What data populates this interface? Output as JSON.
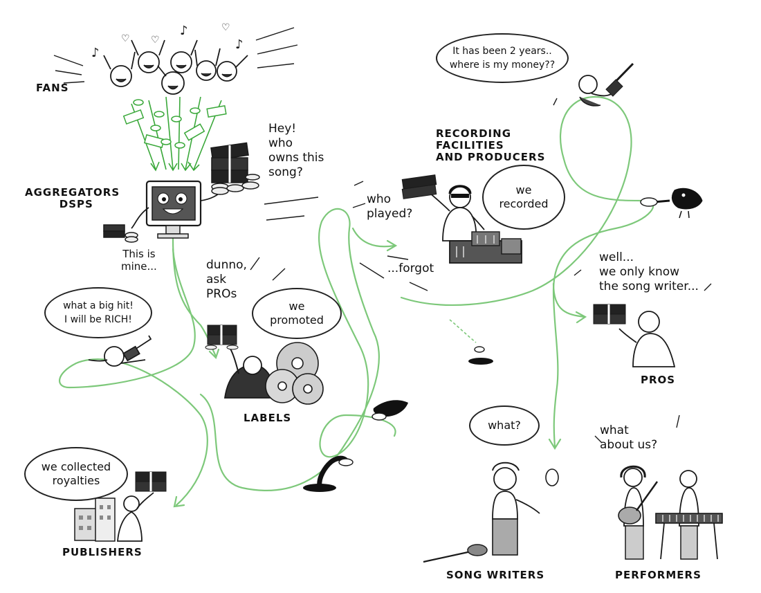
{
  "labels": {
    "fans": "FANS",
    "aggregators": "AGGREGATORS\n        DSPS",
    "recording": "RECORDING\nFACILITIES\nAND PRODUCERS",
    "labels": "LABELS",
    "publishers": "PUBLISHERS",
    "pros": "PROs",
    "song_writers": "SONG WRITERS",
    "performers": "PERFORMERS"
  },
  "speech": {
    "hey_who_owns": "Hey!\nwho\nowns this\nsong?",
    "this_is_mine": "This is\nmine...",
    "dunno_ask_pros": "dunno,\nask\nPROs",
    "we_promoted": "we\npromoted",
    "what_a_big_hit": "what a big hit!\nI will be RICH!",
    "we_collected_royalties": "we collected\nroyalties",
    "two_years": "It has been 2 years..\nwhere is my money??",
    "who_played": "who\nplayed?",
    "we_recorded": "we\nrecorded",
    "forgot": "...forgot",
    "well_we_only_know": "well...\nwe only know\nthe song writer...",
    "what": "what?",
    "what_about_us": "what\nabout us?"
  },
  "colors": {
    "flow_line": "#7dc87a",
    "money_green": "#3aa83a",
    "ink": "#1a1a1a",
    "dark_fill": "#333333"
  }
}
